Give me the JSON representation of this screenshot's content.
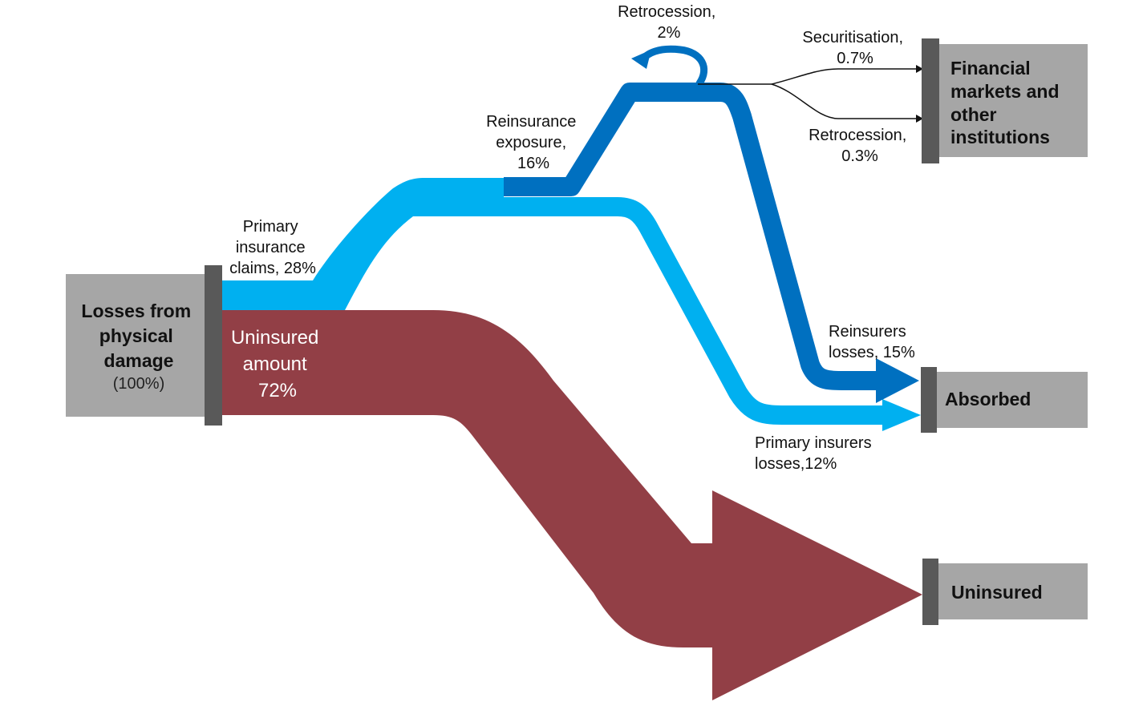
{
  "colors": {
    "primary": "#00B0F0",
    "reinsurance": "#0070C0",
    "uninsured": "#923F46",
    "node_box": "#A6A6A6",
    "node_bar": "#595959",
    "thin_line": "#111111"
  },
  "nodes": {
    "source": {
      "lines": [
        "Losses from",
        "physical",
        "damage"
      ],
      "sub": "(100%)"
    },
    "financial": {
      "lines": [
        "Financial",
        "markets and",
        "other",
        "institutions"
      ]
    },
    "absorbed": {
      "lines": [
        "Absorbed"
      ]
    },
    "uninsured": {
      "lines": [
        "Uninsured"
      ]
    }
  },
  "flows": {
    "primary_claims": {
      "lines": [
        "Primary",
        "insurance",
        "claims, 28%"
      ],
      "value_pct": 28
    },
    "uninsured_amount": {
      "lines": [
        "Uninsured",
        "amount",
        "72%"
      ],
      "value_pct": 72
    },
    "reinsurance_exposure": {
      "lines": [
        "Reinsurance",
        "exposure,",
        "16%"
      ],
      "value_pct": 16
    },
    "retrocession_loop": {
      "lines": [
        "Retrocession,",
        "2%"
      ],
      "value_pct": 2
    },
    "securitisation": {
      "lines": [
        "Securitisation,",
        "0.7%"
      ],
      "value_pct": 0.7
    },
    "retrocession_out": {
      "lines": [
        "Retrocession,",
        "0.3%"
      ],
      "value_pct": 0.3
    },
    "reinsurers_losses": {
      "lines": [
        "Reinsurers",
        "losses, 15%"
      ],
      "value_pct": 15
    },
    "primary_insurers_losses": {
      "lines": [
        "Primary insurers",
        "losses,12%"
      ],
      "value_pct": 12
    }
  }
}
